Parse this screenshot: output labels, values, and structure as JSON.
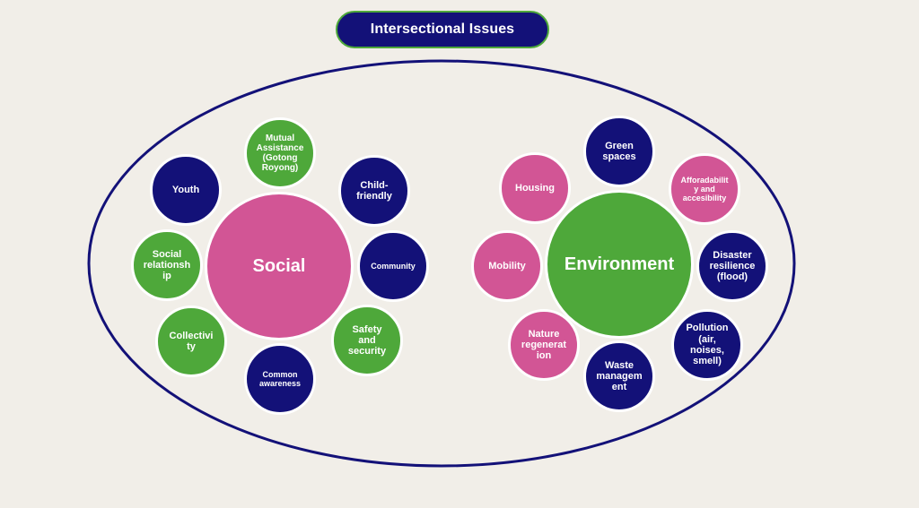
{
  "title": "Intersectional Issues",
  "colors": {
    "navy": "#131178",
    "green": "#4ea83a",
    "pink": "#d25595",
    "background": "#f1eee8",
    "outline": "#131178"
  },
  "clusters": [
    {
      "name": "Social",
      "color": "pink",
      "items": [
        {
          "label": "Mutual\nAssistance\n(Gotong\nRoyong)",
          "color": "green"
        },
        {
          "label": "Youth",
          "color": "navy"
        },
        {
          "label": "Child-\nfriendly",
          "color": "navy"
        },
        {
          "label": "Social\nrelationsh\nip",
          "color": "green"
        },
        {
          "label": "Community",
          "color": "navy"
        },
        {
          "label": "Collectivi\nty",
          "color": "green"
        },
        {
          "label": "Safety\nand\nsecurity",
          "color": "green"
        },
        {
          "label": "Common\nawareness",
          "color": "navy"
        }
      ]
    },
    {
      "name": "Environment",
      "color": "green",
      "items": [
        {
          "label": "Green\nspaces",
          "color": "navy"
        },
        {
          "label": "Housing",
          "color": "pink"
        },
        {
          "label": "Afforadabilit\ny and\naccesibility",
          "color": "pink"
        },
        {
          "label": "Mobility",
          "color": "pink"
        },
        {
          "label": "Disaster\nresilience\n(flood)",
          "color": "navy"
        },
        {
          "label": "Nature\nregenerat\nion",
          "color": "pink"
        },
        {
          "label": "Waste\nmanagem\nent",
          "color": "navy"
        },
        {
          "label": "Pollution\n(air,\nnoises,\nsmell)",
          "color": "navy"
        }
      ]
    }
  ]
}
